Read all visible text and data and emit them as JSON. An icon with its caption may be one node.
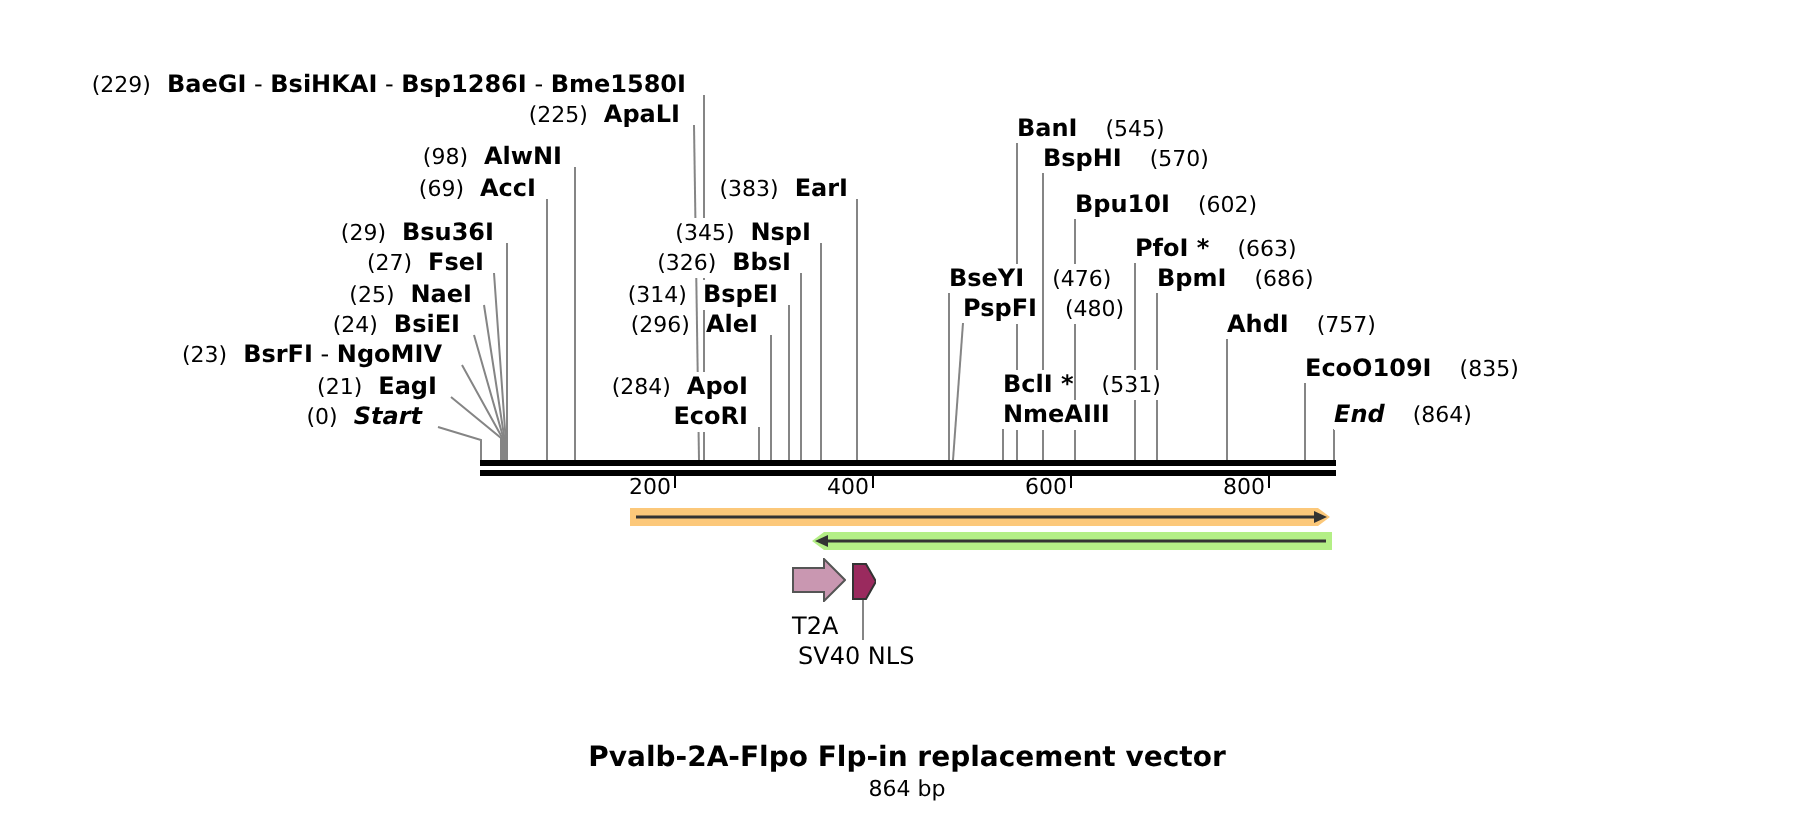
{
  "diagram": {
    "title": "Pvalb-2A-Flpo Flp-in replacement vector",
    "caption": "864 bp",
    "nodes": [
      {
        "text": [
          "(229)",
          "**BaeGI** - **BsiHKAI** - **Bsp1286I** - **Bme1580I**"
        ]
      },
      {
        "text": [
          "(225)",
          "ApaLI"
        ]
      },
      {
        "text": [
          "BanI",
          "(545)"
        ]
      },
      {
        "text": [
          "(98)",
          "AlwNI"
        ]
      },
      {
        "text": [
          "BspHI",
          "(570)"
        ]
      },
      {
        "text": [
          "(69)",
          "AccI"
        ]
      },
      {
        "text": [
          "(383)",
          "EarI"
        ]
      },
      {
        "text": [
          "Bpu10I",
          "(602)"
        ]
      },
      {
        "text": [
          "(29)",
          "Bsu36I"
        ]
      },
      {
        "text": [
          "(345)",
          "NspI"
        ]
      },
      {
        "text": [
          "PfoI *",
          "(663)"
        ]
      },
      {
        "text": [
          "(27)",
          "FseI"
        ]
      },
      {
        "text": [
          "(326)",
          "BbsI"
        ]
      },
      {
        "text": [
          "BseYI",
          "(476)"
        ]
      },
      {
        "text": [
          "BpmI",
          "(686)"
        ]
      },
      {
        "text": [
          "(25)",
          "NaeI"
        ]
      },
      {
        "text": [
          "(314)",
          "BspEI"
        ]
      },
      {
        "text": [
          "PspFI",
          "(480)"
        ]
      },
      {
        "text": [
          "(24)",
          "BsiEI"
        ]
      },
      {
        "text": [
          "(296)",
          "AleI"
        ]
      },
      {
        "text": [
          "AhdI",
          "(757)"
        ]
      },
      {
        "text": [
          "(23)",
          "**BsrFI** - **NgoMIV**"
        ]
      },
      {
        "text": [
          "EcoO109I",
          "(835)"
        ]
      },
      {
        "text": [
          "(21)",
          "EagI"
        ]
      },
      {
        "text": [
          "(284)",
          "ApoI",
          "EcoRI"
        ]
      },
      {
        "text": [
          "BclI *",
          "(531)",
          "NmeAIII"
        ]
      },
      {
        "text": [
          "(0)",
          "Start"
        ]
      },
      {
        "text": [
          "End",
          "(864)"
        ]
      },
      {
        "text": [],
        "shape": "bar"
      },
      {
        "text": [],
        "shape": "arrow"
      },
      {
        "text": [],
        "shape": "arrow"
      },
      {
        "text": [
          "T2A"
        ]
      },
      {
        "text": [],
        "shape": "arrow"
      },
      {
        "text": [
          "SV40 NLS"
        ]
      }
    ],
    "edges": [
      {
        "from": 0,
        "to": 28,
        "arrow": "none"
      },
      {
        "from": 1,
        "to": 28,
        "arrow": "none"
      },
      {
        "from": 2,
        "to": 28,
        "arrow": "none"
      },
      {
        "from": 3,
        "to": 28,
        "arrow": "none"
      },
      {
        "from": 4,
        "to": 28,
        "arrow": "none"
      },
      {
        "from": 5,
        "to": 28,
        "arrow": "none"
      },
      {
        "from": 6,
        "to": 28,
        "arrow": "none"
      },
      {
        "from": 7,
        "to": 28,
        "arrow": "none"
      },
      {
        "from": 8,
        "to": 28,
        "arrow": "none"
      },
      {
        "from": 9,
        "to": 28,
        "arrow": "none"
      },
      {
        "from": 10,
        "to": 28,
        "arrow": "none"
      },
      {
        "from": 11,
        "to": 28,
        "arrow": "none"
      },
      {
        "from": 12,
        "to": 28,
        "arrow": "none"
      },
      {
        "from": 13,
        "to": 28,
        "arrow": "none"
      },
      {
        "from": 14,
        "to": 28,
        "arrow": "none"
      },
      {
        "from": 15,
        "to": 28,
        "arrow": "none"
      },
      {
        "from": 16,
        "to": 28,
        "arrow": "none"
      },
      {
        "from": 17,
        "to": 28,
        "arrow": "none"
      },
      {
        "from": 18,
        "to": 28,
        "arrow": "none"
      },
      {
        "from": 19,
        "to": 28,
        "arrow": "none"
      },
      {
        "from": 20,
        "to": 28,
        "arrow": "none"
      },
      {
        "from": 21,
        "to": 28,
        "arrow": "none"
      },
      {
        "from": 22,
        "to": 28,
        "arrow": "none"
      },
      {
        "from": 23,
        "to": 28,
        "arrow": "none"
      },
      {
        "from": 24,
        "to": 28,
        "arrow": "none"
      },
      {
        "from": 25,
        "to": 28,
        "arrow": "none"
      },
      {
        "from": 26,
        "to": 28,
        "arrow": "none"
      },
      {
        "from": 27,
        "to": 28,
        "arrow": "none"
      },
      {
        "from": 33,
        "to": 32,
        "arrow": "none"
      }
    ],
    "labels": [
      "200",
      "400",
      "600",
      "800"
    ]
  }
}
